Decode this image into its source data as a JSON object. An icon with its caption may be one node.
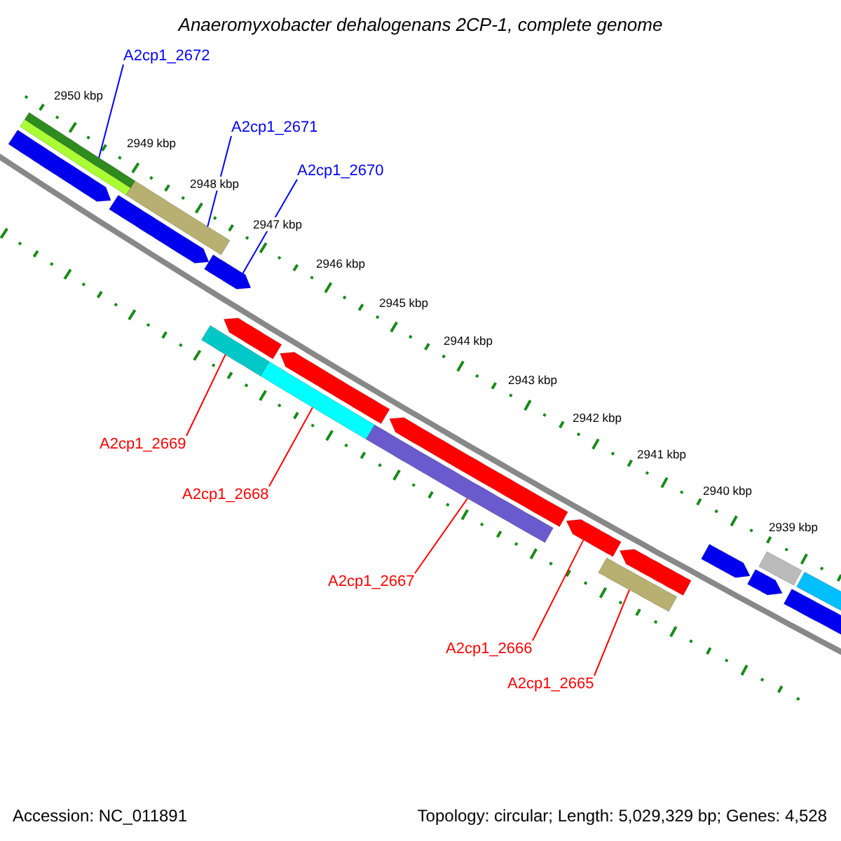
{
  "diagram": {
    "title": "Anaeromyxobacter dehalogenans 2CP-1, complete genome",
    "nodes": [
      {
        "text": [
          "A2cp1_2672"
        ]
      },
      {
        "text": [
          "A2cp1_2671"
        ]
      },
      {
        "text": [
          "A2cp1_2670"
        ]
      },
      {
        "text": [
          "A2cp1_2669"
        ]
      },
      {
        "text": [
          "A2cp1_2668"
        ]
      },
      {
        "text": [
          "A2cp1_2667"
        ]
      },
      {
        "text": [
          "A2cp1_2666"
        ]
      },
      {
        "text": [
          "A2cp1_2665"
        ]
      },
      {
        "text": [],
        "shape": "arrow"
      },
      {
        "text": [],
        "shape": "arrow"
      },
      {
        "text": [],
        "shape": "arrow"
      },
      {
        "text": [],
        "shape": "arrow"
      },
      {
        "text": [],
        "shape": "arrow"
      },
      {
        "text": [],
        "shape": "arrow"
      },
      {
        "text": [],
        "shape": "bar"
      },
      {
        "text": [],
        "shape": "bar"
      },
      {
        "text": [],
        "shape": "bar"
      },
      {
        "text": [],
        "shape": "bar"
      },
      {
        "text": [],
        "shape": "arrow"
      },
      {
        "text": [],
        "shape": "arrow"
      },
      {
        "text": [],
        "shape": "arrow"
      },
      {
        "text": [],
        "shape": "arrow"
      },
      {
        "text": [],
        "shape": "arrow"
      },
      {
        "text": [],
        "shape": "bar"
      },
      {
        "text": [],
        "shape": "bar"
      },
      {
        "text": [],
        "shape": "bar"
      },
      {
        "text": [],
        "shape": "bar"
      }
    ],
    "edges": [
      {
        "from": 0,
        "to": 14,
        "arrow": "none",
        "color": "#0000ff"
      },
      {
        "from": 1,
        "to": 15,
        "arrow": "none",
        "color": "#0000ff"
      },
      {
        "from": 2,
        "to": 10,
        "arrow": "none",
        "color": "#0000ff"
      },
      {
        "from": 3,
        "to": 23,
        "arrow": "none"
      },
      {
        "from": 4,
        "to": 24,
        "arrow": "none"
      },
      {
        "from": 5,
        "to": 25,
        "arrow": "none"
      },
      {
        "from": 6,
        "to": 21,
        "arrow": "none"
      },
      {
        "from": 7,
        "to": 26,
        "arrow": "none"
      }
    ],
    "labels": [
      "2950 kbp",
      "2949 kbp",
      "2948 kbp",
      "2947 kbp",
      "2946 kbp",
      "2945 kbp",
      "2944 kbp",
      "2943 kbp",
      "2942 kbp",
      "2941 kbp",
      "2940 kbp",
      "2939 kbp",
      "Accession: NC_011891",
      "Topology: circular; Length: 5,029,329 bp; Genes: 4,528"
    ]
  }
}
